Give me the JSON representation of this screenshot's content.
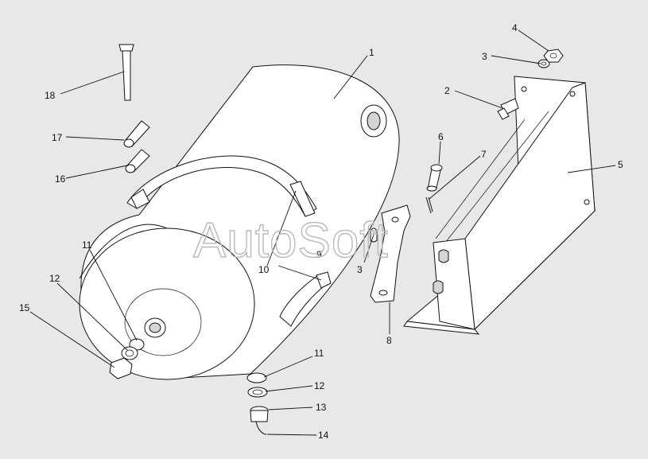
{
  "watermark": "AutoSoft",
  "callouts": [
    {
      "id": "c1",
      "text": "1"
    },
    {
      "id": "c2",
      "text": "2"
    },
    {
      "id": "c3a",
      "text": "3"
    },
    {
      "id": "c3b",
      "text": "3"
    },
    {
      "id": "c4",
      "text": "4"
    },
    {
      "id": "c5",
      "text": "5"
    },
    {
      "id": "c6",
      "text": "6"
    },
    {
      "id": "c7",
      "text": "7"
    },
    {
      "id": "c8",
      "text": "8"
    },
    {
      "id": "c9",
      "text": "9"
    },
    {
      "id": "c10",
      "text": "10"
    },
    {
      "id": "c11a",
      "text": "11"
    },
    {
      "id": "c11b",
      "text": "11"
    },
    {
      "id": "c12a",
      "text": "12"
    },
    {
      "id": "c12b",
      "text": "12"
    },
    {
      "id": "c13",
      "text": "13"
    },
    {
      "id": "c14",
      "text": "14"
    },
    {
      "id": "c15",
      "text": "15"
    },
    {
      "id": "c16",
      "text": "16"
    },
    {
      "id": "c17",
      "text": "17"
    },
    {
      "id": "c18",
      "text": "18"
    }
  ]
}
